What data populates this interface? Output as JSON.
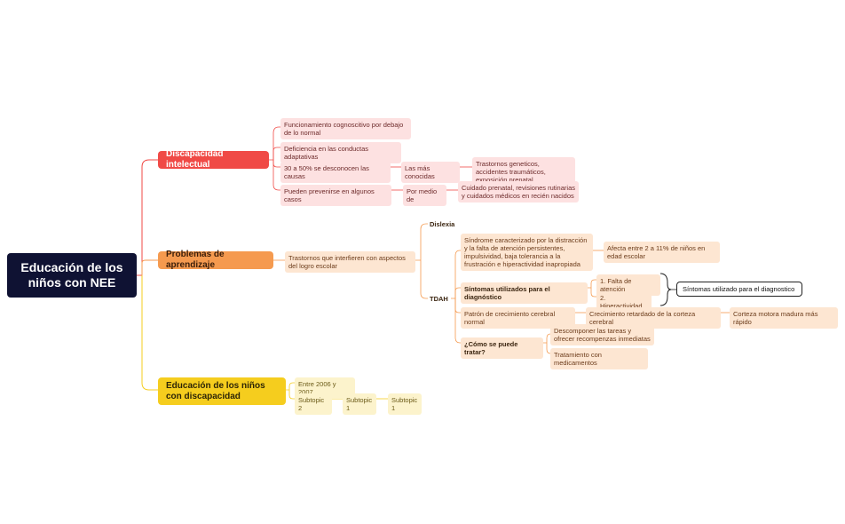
{
  "root": {
    "label": "Educación de los niños con NEE"
  },
  "colors": {
    "root": "#0f1233",
    "red": "#f04a46",
    "orange": "#f59a4f",
    "yellow": "#f5cd1e"
  },
  "discapacidad": {
    "label": "Discapacidad intelectual",
    "items": [
      "Funcionamiento cognoscitivo por debajo de lo normal",
      "Deficiencia en las conductas adaptativas",
      "30 a 50% se desconocen las causas",
      "Pueden prevenirse en algunos casos"
    ],
    "causas_label": "Las más conocidas",
    "causas_detail": "Trastornos geneticos, accidentes traumáticos, exposición prenatal ...",
    "prevenir_label": "Por medio de",
    "prevenir_detail": "Cuidado prenatal, revisiones rutinarias y cuidados médicos en recién nacidos"
  },
  "aprendizaje": {
    "label": "Problemas de aprendizaje",
    "definition": "Trastornos que interfieren con aspectos del logro escolar",
    "dislexia": "Dislexia",
    "tdah": {
      "label": "TDAH",
      "sindrome": "Síndrome caracterizado por la distracción y la falta de atención persistentes, impulsividad, baja tolerancia a la frustración e hiperactividad inapropiada",
      "afecta": "Afecta entre 2 a 11% de niños en edad escolar",
      "sintomas": "Síntomas utilizados para el diagnóstico",
      "sintoma_1": "1. Falta de atención",
      "sintoma_2": "2. Hiperactividad",
      "callout": "Síntomas utilizado para el diagnostico",
      "patron": "Patrón de crecimiento cerebral normal",
      "crecimiento": "Crecimiento retardado de la corteza cerebral",
      "corteza": "Corteza motora madura más rápido",
      "tratar": "¿Cómo se puede tratar?",
      "tratar_1": "Descomponer las tareas y ofrecer recompenzas inmediatas",
      "tratar_2": "Tratamiento con medicamentos"
    }
  },
  "educacion": {
    "label": "Educación de  los niños con discapacidad",
    "entre": "Entre 2006 y 2007",
    "subtopic_2": "Subtopic 2",
    "subtopic_1a": "Subtopic 1",
    "subtopic_1b": "Subtopic 1"
  }
}
